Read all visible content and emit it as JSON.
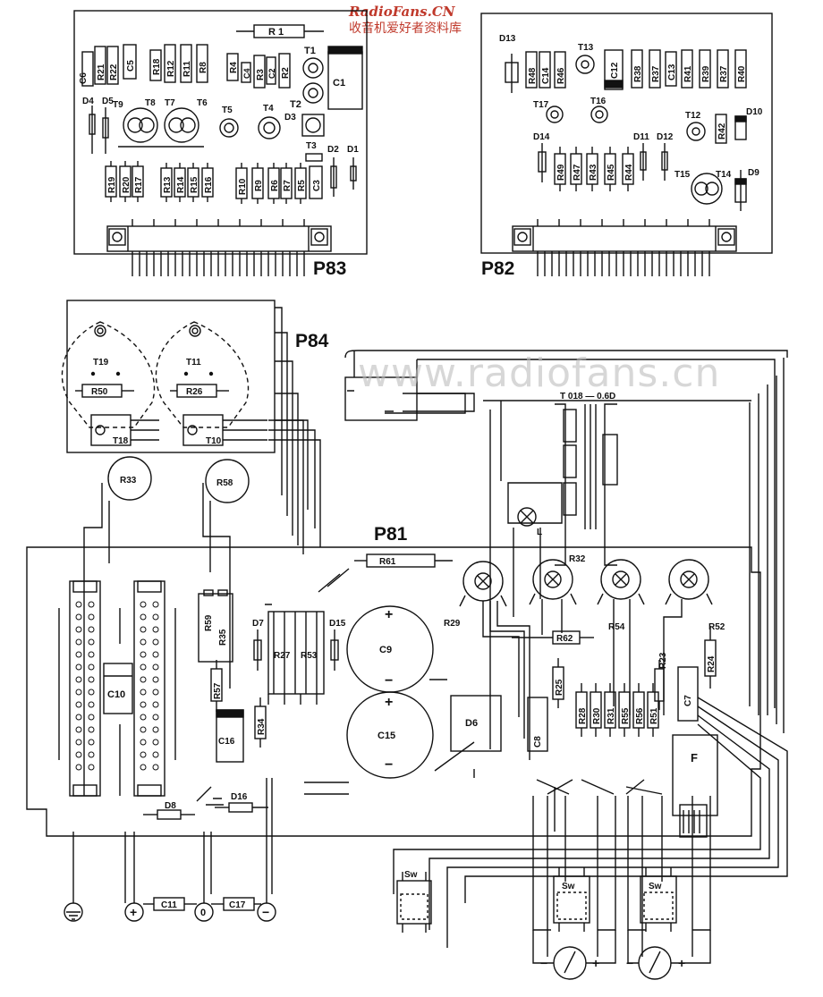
{
  "watermark": {
    "site": "RadioFans.CN",
    "subtitle": "收音机爱好者资料库",
    "overlay": "www.radiofans.cn"
  },
  "boards": {
    "p83": "P83",
    "p82": "P82",
    "p84": "P84",
    "p81": "P81"
  },
  "p83_parts": {
    "r1": "R 1",
    "c6": "C6",
    "r21": "R21",
    "r22": "R22",
    "c5": "C5",
    "r18": "R18",
    "r12": "R12",
    "r11": "R11",
    "r8": "R8",
    "r4": "R4",
    "c4": "C4",
    "r3": "R3",
    "c2": "C2",
    "r2": "R2",
    "t1": "T1",
    "t2": "T2",
    "c1": "C1",
    "d4": "D4",
    "d5": "D5",
    "t9": "T9",
    "t8": "T8",
    "t7": "T7",
    "t6": "T6",
    "t5": "T5",
    "t4": "T4",
    "d3": "D3",
    "t3": "T3",
    "d2": "D2",
    "d1": "D1",
    "r19": "R19",
    "r20": "R20",
    "r17": "R17",
    "r13": "R13",
    "r14": "R14",
    "r15": "R15",
    "r16": "R16",
    "r10": "R10",
    "r9": "R9",
    "r6": "R6",
    "r7": "R7",
    "r5": "R5",
    "c3": "C3"
  },
  "p82_parts": {
    "d13": "D13",
    "r48": "R48",
    "c14": "C14",
    "r46": "R46",
    "t13": "T13",
    "c12": "C12",
    "r38": "R38",
    "r37": "R37",
    "c13": "C13",
    "r41": "R41",
    "r39": "R39",
    "r37b": "R37",
    "r40": "R40",
    "t17": "T17",
    "t16": "T16",
    "t12": "T12",
    "r42": "R42",
    "d10": "D10",
    "d14": "D14",
    "r49": "R49",
    "r47": "R47",
    "r43": "R43",
    "r45": "R45",
    "r44": "R44",
    "d11": "D11",
    "d12": "D12",
    "t15": "T15",
    "t14": "T14",
    "d9": "D9"
  },
  "p84_parts": {
    "t19": "T19",
    "t11": "T11",
    "r50": "R50",
    "r26": "R26",
    "t18": "T18",
    "t10": "T10"
  },
  "p81_parts": {
    "r33": "R33",
    "r58": "R58",
    "r61": "R61",
    "r32": "R32",
    "r29": "R29",
    "r54": "R54",
    "r52": "R52",
    "r62": "R62",
    "r23": "R23",
    "r24": "R24",
    "t_label": "T 018 — 0.6D",
    "l": "L",
    "r59": "R59",
    "r35": "R35",
    "d7": "D7",
    "d15": "D15",
    "r27": "R27",
    "r53": "R53",
    "c9": "C9",
    "c15": "C15",
    "c10": "C10",
    "r57": "R57",
    "r34": "R34",
    "c16": "C16",
    "d6": "D6",
    "r25": "R25",
    "c8": "C8",
    "r28": "R28",
    "r30": "R30",
    "r31": "R31",
    "r55": "R55",
    "r56": "R56",
    "r51": "R51",
    "c7": "C7",
    "f": "F",
    "d8": "D8",
    "d16": "D16",
    "c11": "C11",
    "c17": "C17",
    "sw1": "Sw",
    "sw2": "Sw",
    "sw3": "Sw",
    "term_plus": "+",
    "term_zero": "0",
    "term_minus": "−",
    "meter1_minus": "−",
    "meter1_plus": "+",
    "meter2_minus": "−",
    "meter2_plus": "+",
    "c9_plus": "+",
    "c9_minus": "−",
    "c15_plus": "+",
    "c15_minus": "−"
  },
  "colors": {
    "ink": "#111111",
    "watermark": "#c0392b",
    "overlay": "#bdbdbd"
  }
}
